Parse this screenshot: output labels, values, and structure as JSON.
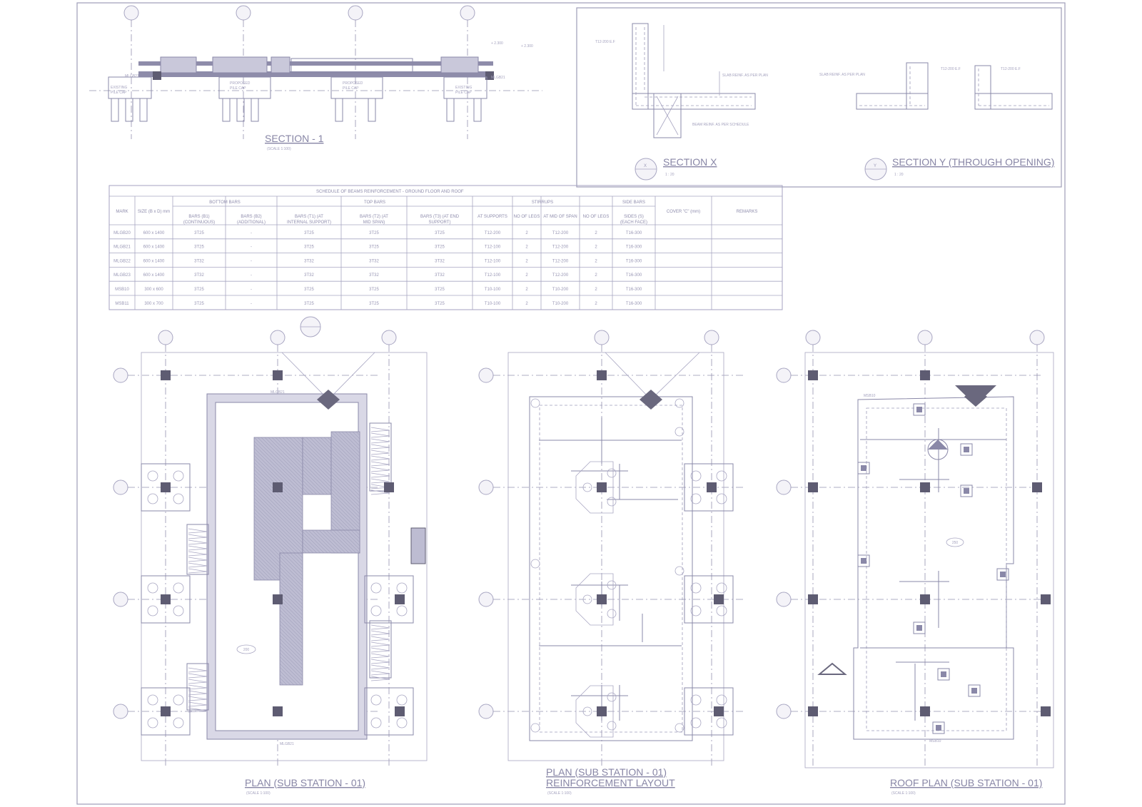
{
  "section1": {
    "title": "SECTION - 1",
    "scale": "(SCALE 1:100)"
  },
  "sectionX": {
    "title": "SECTION X",
    "scale": "1 : 20",
    "marker": "X"
  },
  "sectionY": {
    "title": "SECTION Y (THROUGH OPENING)",
    "scale": "1 : 20",
    "marker": "Y"
  },
  "section_notes": {
    "bar1": "T12-200 E.F",
    "slab": "SLAB REINF. AS PER PLAN",
    "beam": "BEAM REINF. AS PER SCHEDULE",
    "level1": "+ 2.300",
    "level2": "+ 2.300",
    "mlg": "MLGB21"
  },
  "schedule": {
    "title": "SCHEDULE OF BEAMS REINFORCEMENT - GROUND FLOOR AND ROOF",
    "group_headers": [
      "BOTTOM BARS",
      "TOP BARS",
      "STIRRUPS",
      "SIDE BARS"
    ],
    "columns": [
      "MARK",
      "SIZE (B x D) mm",
      "BARS (B1) (CONTINUOUS)",
      "BARS (B2) (ADDITIONAL)",
      "BARS (T1) (AT INTERNAL SUPPORT)",
      "BARS (T2) (AT MID SPAN)",
      "BARS (T3) (AT END SUPPORT)",
      "AT SUPPORTS",
      "NO OF LEGS",
      "AT MID OF SPAN",
      "NO OF LEGS",
      "SIDES (S) (EACH FACE)",
      "COVER \"C\" (mm)",
      "REMARKS"
    ],
    "rows": [
      [
        "MLGB20",
        "600 x 1400",
        "3T25",
        "-",
        "3T25",
        "3T25",
        "3T25",
        "T12-200",
        "2",
        "T12-200",
        "2",
        "T16-300",
        "",
        ""
      ],
      [
        "MLGB21",
        "600 x 1400",
        "3T25",
        "-",
        "3T25",
        "3T25",
        "3T25",
        "T12-100",
        "2",
        "T12-200",
        "2",
        "T16-300",
        "",
        ""
      ],
      [
        "MLGB22",
        "600 x 1400",
        "3T32",
        "-",
        "3T32",
        "3T32",
        "3T32",
        "T12-100",
        "2",
        "T12-200",
        "2",
        "T16-300",
        "",
        ""
      ],
      [
        "MLGB23",
        "600 x 1400",
        "3T32",
        "-",
        "3T32",
        "3T32",
        "3T32",
        "T12-100",
        "2",
        "T12-200",
        "2",
        "T16-300",
        "",
        ""
      ],
      [
        "MSB10",
        "300 x 600",
        "3T25",
        "-",
        "3T25",
        "3T25",
        "3T25",
        "T10-100",
        "2",
        "T10-200",
        "2",
        "T16-300",
        "",
        ""
      ],
      [
        "MSB11",
        "300 x 700",
        "3T25",
        "-",
        "3T25",
        "3T25",
        "3T25",
        "T10-100",
        "2",
        "T10-200",
        "2",
        "T16-300",
        "",
        ""
      ]
    ]
  },
  "plans": [
    {
      "title": "PLAN (SUB STATION - 01)",
      "title2": "",
      "scale": "(SCALE 1:100)"
    },
    {
      "title": "PLAN (SUB STATION - 01)",
      "title2": "REINFORCEMENT LAYOUT",
      "scale": "(SCALE 1:100)"
    },
    {
      "title": "ROOF PLAN (SUB STATION - 01)",
      "title2": "",
      "scale": "(SCALE 1:100)"
    }
  ],
  "plan_tags": {
    "slab1": "200",
    "slab3": "250",
    "beam": "MLGB21",
    "roofbeam": "MSB10"
  },
  "colors": {
    "line": "#8a88a8",
    "column": "#5e5c72",
    "background": "#ffffff"
  }
}
